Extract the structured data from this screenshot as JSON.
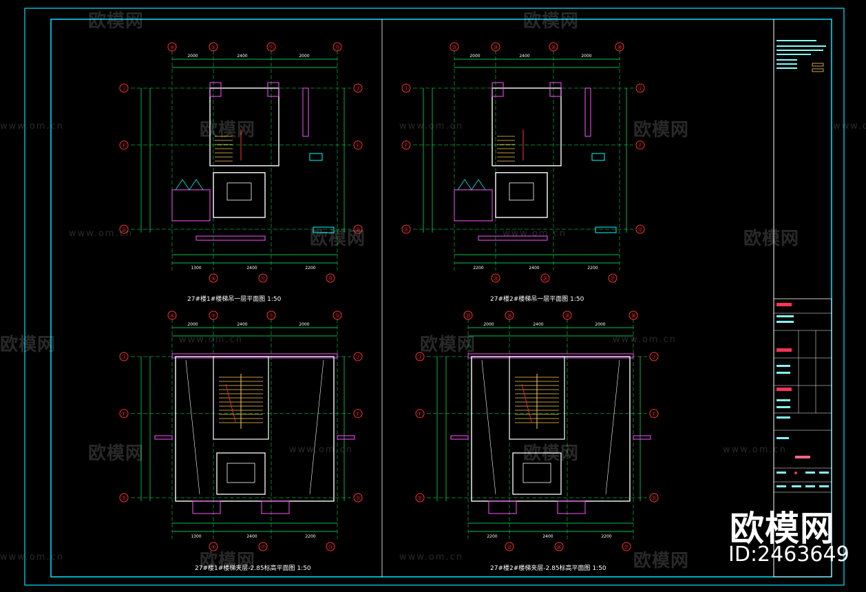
{
  "drawing": {
    "plans": [
      {
        "id": "p1",
        "title": "27#楼1#楼梯吊一层平面图",
        "scale": "1:50",
        "top_axes": [
          "⑤",
          "⑦",
          "⑪",
          "⑬"
        ],
        "bottom_axes": [
          "⑤",
          "⑪",
          "⑬"
        ],
        "side_axes": [
          "Ⓙ",
          "Ⓕ",
          "Ⓓ"
        ],
        "top_dims": [
          "2000",
          "2400",
          "2000"
        ],
        "bottom_dims": [
          "1300",
          "2400",
          "2200"
        ]
      },
      {
        "id": "p2",
        "title": "27#楼2#楼梯吊一层平面图",
        "scale": "1:50",
        "top_axes": [
          "㉓",
          "㉔",
          "㉖",
          "㉚"
        ],
        "bottom_axes": [
          "㉓",
          "㉖",
          "㉗"
        ],
        "side_axes": [
          "Ⓙ",
          "Ⓕ",
          "Ⓓ"
        ],
        "top_dims": [
          "2000",
          "2400",
          "2000"
        ],
        "bottom_dims": [
          "2200",
          "2400",
          "2200"
        ]
      },
      {
        "id": "p3",
        "title": "27#楼1#楼梯夹层-2.85标高平面图",
        "scale": "1:50",
        "top_axes": [
          "⑤",
          "⑦",
          "⑪",
          "⑬"
        ],
        "bottom_axes": [
          "⑤",
          "⑪",
          "⑬"
        ],
        "side_axes": [
          "Ⓙ",
          "Ⓕ",
          "Ⓓ"
        ],
        "top_dims": [
          "2000",
          "2400",
          "2000"
        ],
        "bottom_dims": [
          "1300",
          "2400",
          "2200"
        ]
      },
      {
        "id": "p4",
        "title": "27#楼2#楼梯夹层-2.85标高平面图",
        "scale": "1:50",
        "top_axes": [
          "㉓",
          "㉔",
          "㉖",
          "㉚"
        ],
        "bottom_axes": [
          "㉓",
          "㉖",
          "㉗"
        ],
        "side_axes": [
          "Ⓙ",
          "Ⓕ",
          "Ⓓ"
        ],
        "top_dims": [
          "2000",
          "2400",
          "2000"
        ],
        "bottom_dims": [
          "2200",
          "2400",
          "2200"
        ]
      }
    ]
  },
  "watermark": {
    "brand": "欧模网",
    "url": "www.om.cn",
    "id_label": "ID:2463649"
  },
  "colors": {
    "frame": "#00e5ff",
    "wall": "#ffffff",
    "dim": "#00ff66",
    "axis": "#ff3333",
    "stair": "#ffcc55",
    "hatch": "#ff55ff",
    "annotation": "#00ffff"
  }
}
